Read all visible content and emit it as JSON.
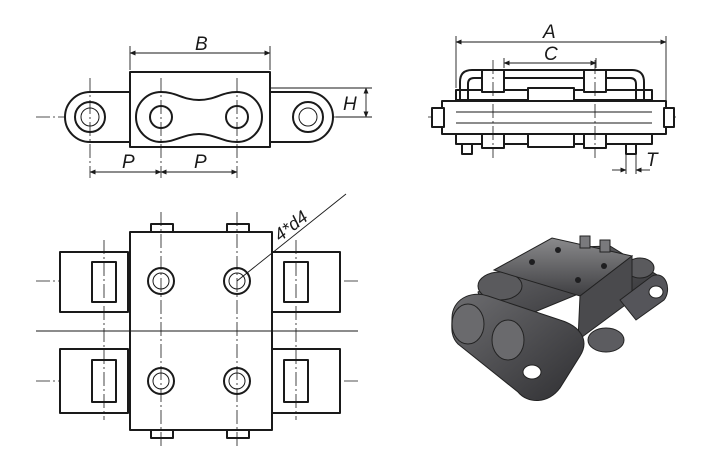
{
  "labels": {
    "B": "B",
    "H": "H",
    "P_left": "P",
    "P_right": "P",
    "A": "A",
    "C": "C",
    "T": "T",
    "hole_callout": "4*d4"
  }
}
